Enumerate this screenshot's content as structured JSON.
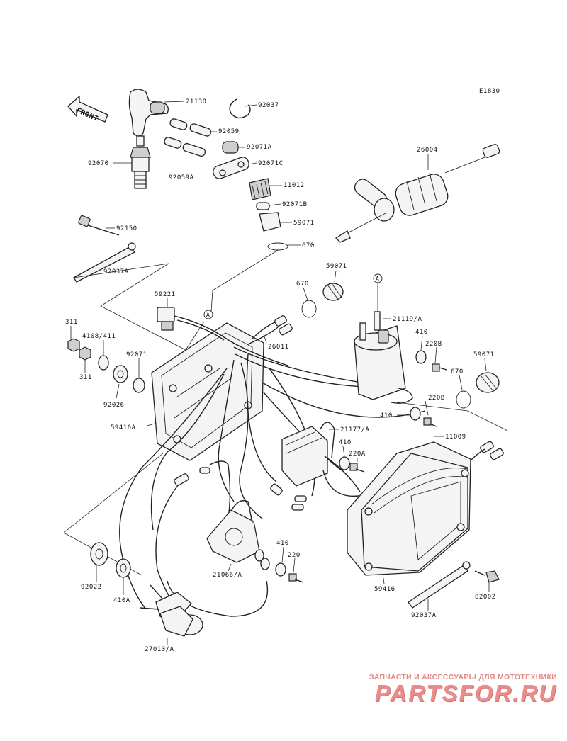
{
  "diagram_code": "E1830",
  "front_label": "FRONT",
  "ref_marker": "A",
  "part_labels": {
    "p21130": "21130",
    "p92037": "92037",
    "p92059": "92059",
    "p92071A": "92071A",
    "p92070": "92070",
    "p92059A": "92059A",
    "p92071C": "92071C",
    "p11012": "11012",
    "p92071B": "92071B",
    "p59071a": "59071",
    "p670a": "670",
    "p26004": "26004",
    "p92150": "92150",
    "p92037A": "92037A",
    "p59221": "59221",
    "p670b": "670",
    "p59071b": "59071",
    "p21119": "21119/A",
    "p311a": "311",
    "p4108": "4108/411",
    "p311b": "311",
    "p92071": "92071",
    "p26011": "26011",
    "p410a": "410",
    "p220Ba": "220B",
    "p59071c": "59071",
    "p670c": "670",
    "p92026": "92026",
    "p59416A": "59416A",
    "p220Bb": "220B",
    "p410b": "410",
    "p21177": "21177/A",
    "p11009": "11009",
    "p410c": "410",
    "p220A": "220A",
    "p410d": "410",
    "p220": "220",
    "p21066": "21066/A",
    "p59416": "59416",
    "p92022": "92022",
    "p410A": "410A",
    "p82002": "82002",
    "p92037Ab": "92037A",
    "p27010": "27010/A"
  },
  "watermark": {
    "caption": "ЗАПЧАСТИ И АКСЕССУАРЫ ДЛЯ МОТОТЕХНИКИ",
    "logo": "PARTSFOR.RU"
  }
}
